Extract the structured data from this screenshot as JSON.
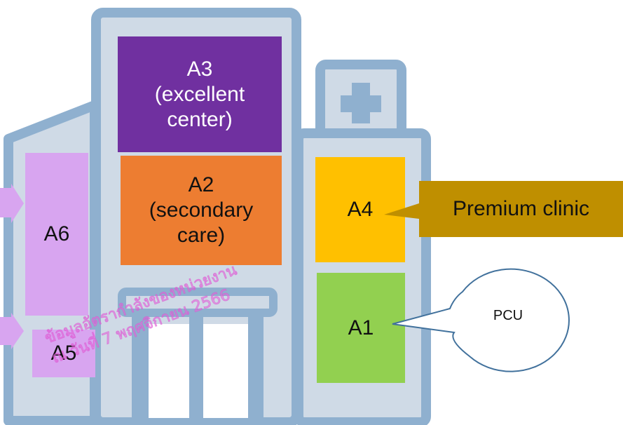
{
  "zones": {
    "a3": {
      "lines": [
        "A3",
        "(excellent",
        "center)"
      ]
    },
    "a2": {
      "lines": [
        "A2",
        "(secondary",
        "care)"
      ]
    },
    "a4": {
      "label": "A4"
    },
    "a1": {
      "label": "A1"
    },
    "a6": {
      "label": "A6"
    },
    "a5": {
      "label": "A5"
    }
  },
  "callouts": {
    "premium": "Premium clinic",
    "pcu": "PCU"
  },
  "watermark": {
    "line1": "ข้อมูลอัตรากำลังของหน่วยงาน",
    "line2": "ณ วันที่ 7 พฤศจิกายน 2566"
  },
  "colors": {
    "building_stroke": "#8fb0cf",
    "building_fill": "#cfdae6",
    "window_fill": "#ffffff",
    "a3": "#7030a0",
    "a2": "#ed7d31",
    "a4": "#ffc000",
    "a1": "#92d050",
    "lavender": "#d8a5f0",
    "premium_callout": "#bf8f00",
    "pcu_stroke": "#41719c"
  }
}
